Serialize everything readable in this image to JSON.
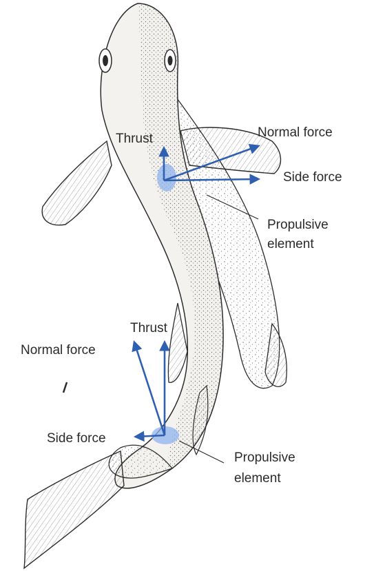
{
  "labels": {
    "top_thrust": "Thrust",
    "top_normal_force": "Normal force",
    "top_side_force": "Side force",
    "top_propulsive_line1": "Propulsive",
    "top_propulsive_line2": "element",
    "bottom_thrust": "Thrust",
    "bottom_normal_force": "Normal force",
    "bottom_side_force": "Side force",
    "bottom_propulsive_line1": "Propulsive",
    "bottom_propulsive_line2": "element"
  },
  "colors": {
    "arrow": "#2f5fb0",
    "highlight": "#8fb3ee",
    "outline": "#2b2b2b",
    "body_fill": "#f4f2ee",
    "fin_fill": "#ebe8e2"
  }
}
